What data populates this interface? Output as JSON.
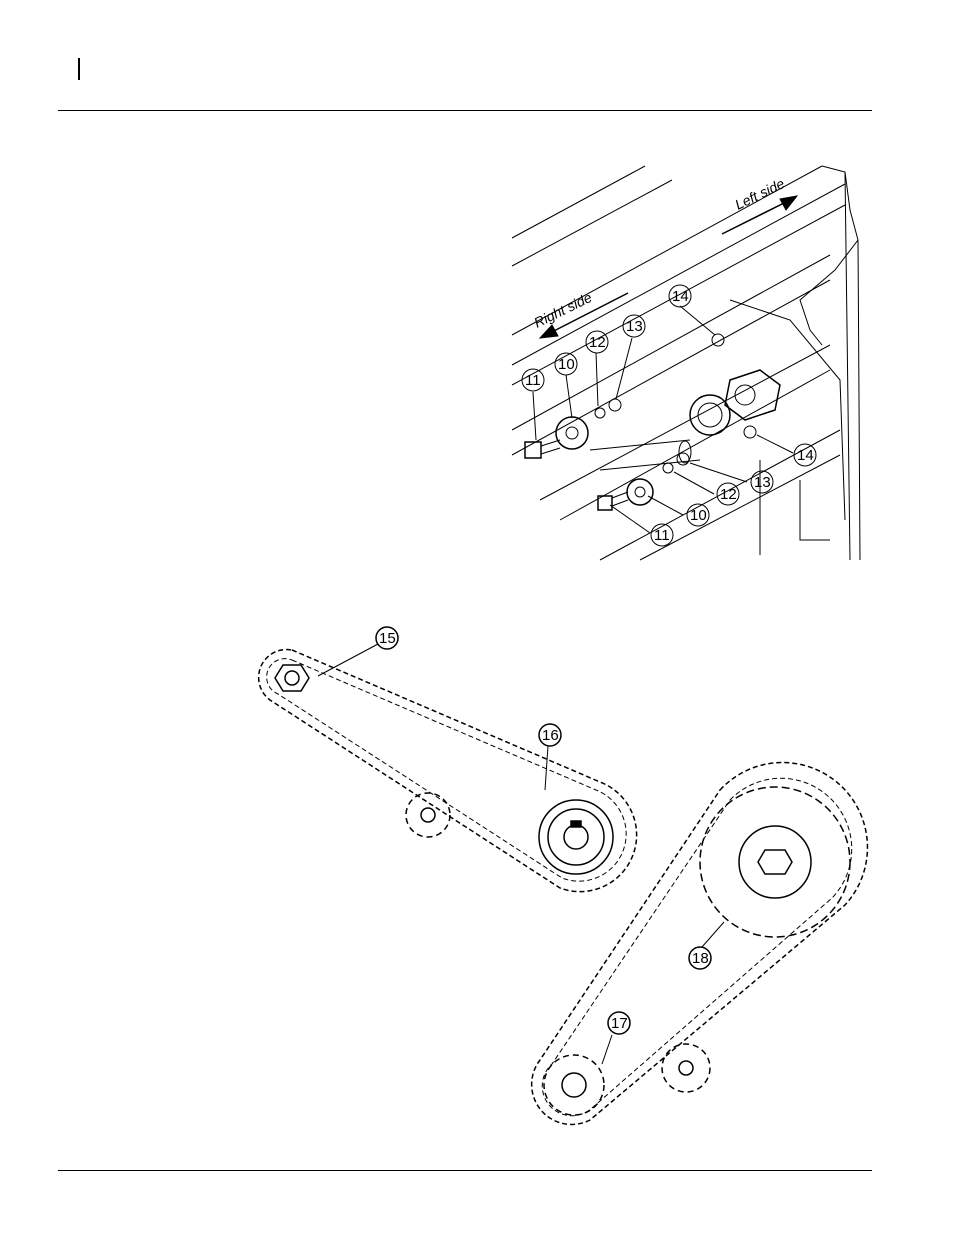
{
  "figure_top": {
    "direction_labels": {
      "left": "Left side",
      "right": "Right side"
    },
    "callouts": [
      "11",
      "10",
      "12",
      "13",
      "14",
      "14",
      "13",
      "12",
      "10",
      "11"
    ]
  },
  "figure_bottom": {
    "callouts": [
      "15",
      "16",
      "17",
      "18"
    ]
  }
}
